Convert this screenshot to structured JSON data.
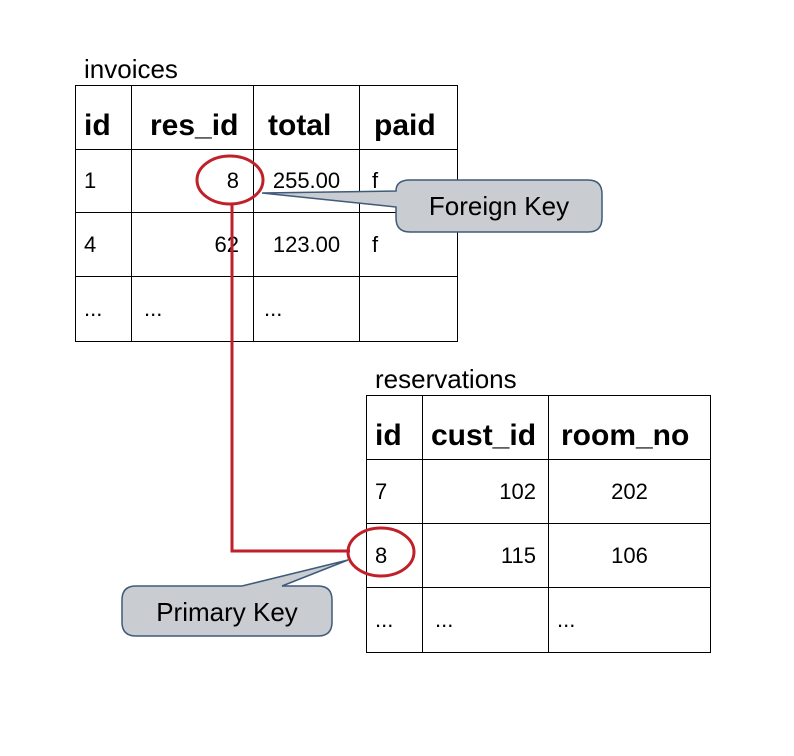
{
  "invoices": {
    "caption": "invoices",
    "headers": [
      "id",
      "res_id",
      "total",
      "paid"
    ],
    "rows": [
      [
        "1",
        "8",
        "255.00",
        "f"
      ],
      [
        "4",
        "62",
        "123.00",
        "f"
      ],
      [
        "...",
        "...",
        "...",
        ""
      ]
    ]
  },
  "reservations": {
    "caption": "reservations",
    "headers": [
      "id",
      "cust_id",
      "room_no"
    ],
    "rows": [
      [
        "7",
        "102",
        "202"
      ],
      [
        "8",
        "115",
        "106"
      ],
      [
        "...",
        "...",
        "..."
      ]
    ]
  },
  "callouts": {
    "foreign_key": "Foreign Key",
    "primary_key": "Primary Key"
  },
  "colors": {
    "link_line": "#c0202a",
    "callout_fill": "#c9ccd0",
    "callout_stroke": "#3f5a7a",
    "table_border": "#000000"
  }
}
